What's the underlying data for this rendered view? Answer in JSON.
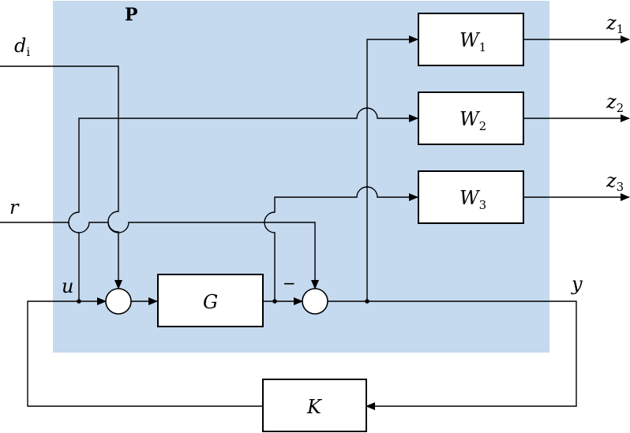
{
  "plant": {
    "label": "P",
    "fill_color": "#c5d9ef"
  },
  "blocks": {
    "G": {
      "name": "G",
      "sub": ""
    },
    "K": {
      "name": "K",
      "sub": ""
    },
    "W1": {
      "name": "W",
      "sub": "1"
    },
    "W2": {
      "name": "W",
      "sub": "2"
    },
    "W3": {
      "name": "W",
      "sub": "3"
    }
  },
  "signals": {
    "di": {
      "name": "d",
      "sub": "i"
    },
    "r": {
      "name": "r"
    },
    "u": {
      "name": "u"
    },
    "y": {
      "name": "y"
    },
    "z1": {
      "name": "z",
      "sub": "1"
    },
    "z2": {
      "name": "z",
      "sub": "2"
    },
    "z3": {
      "name": "z",
      "sub": "3"
    }
  },
  "summing_junction": {
    "minus_sign": "−"
  }
}
